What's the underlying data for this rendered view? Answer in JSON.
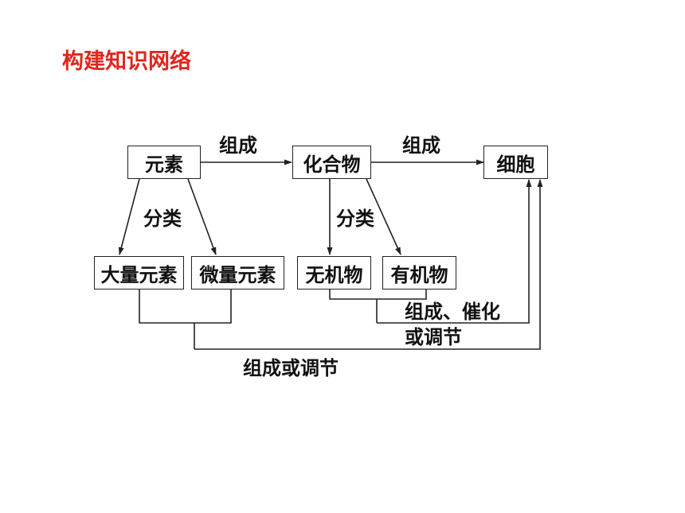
{
  "title": "构建知识网络",
  "nodes": {
    "elements": "元素",
    "compound": "化合物",
    "cell": "细胞",
    "macro": "大量元素",
    "micro": "微量元素",
    "inorganic": "无机物",
    "organic": "有机物"
  },
  "edges": {
    "compose_1": "组成",
    "compose_2": "组成",
    "classify_1": "分类",
    "classify_2": "分类",
    "compose_catalyze": "组成、催化",
    "or_regulate": "或调节",
    "compose_or_regulate": "组成或调节"
  },
  "colors": {
    "title": "#e0261d",
    "line": "#222222"
  }
}
